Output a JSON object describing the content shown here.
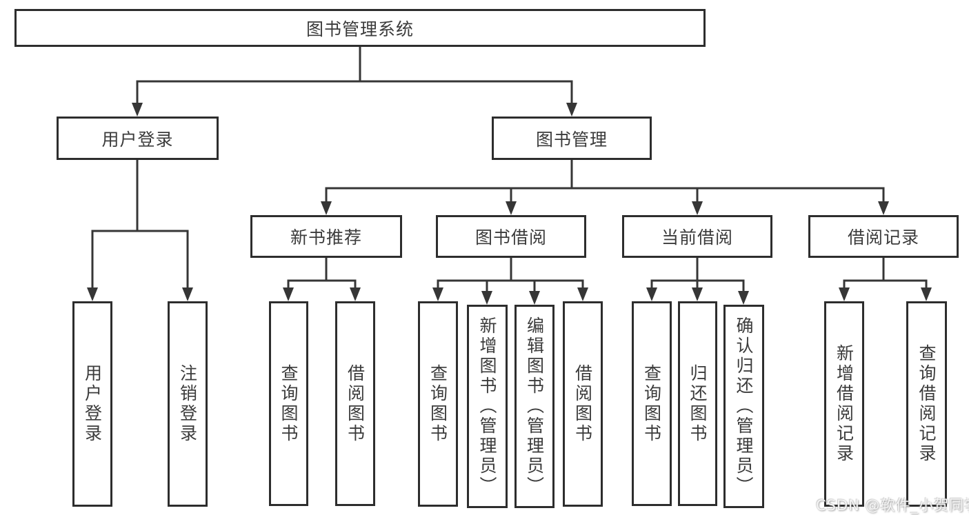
{
  "tree": {
    "root": {
      "label": "图书管理系统"
    },
    "branches": [
      {
        "label": "用户登录",
        "children": [
          {
            "label": "用户登录"
          },
          {
            "label": "注销登录"
          }
        ]
      },
      {
        "label": "图书管理",
        "children": [
          {
            "label": "新书推荐",
            "children": [
              {
                "label": "查询图书"
              },
              {
                "label": "借阅图书"
              }
            ]
          },
          {
            "label": "图书借阅",
            "children": [
              {
                "label": "查询图书"
              },
              {
                "label": "新增图书（管理员）"
              },
              {
                "label": "编辑图书（管理员）"
              },
              {
                "label": "借阅图书"
              }
            ]
          },
          {
            "label": "当前借阅",
            "children": [
              {
                "label": "查询图书"
              },
              {
                "label": "归还图书"
              },
              {
                "label": "确认归还（管理员）"
              }
            ]
          },
          {
            "label": "借阅记录",
            "children": [
              {
                "label": "新增借阅记录"
              },
              {
                "label": "查询借阅记录"
              }
            ]
          }
        ]
      }
    ]
  },
  "watermark": {
    "text": "CSDN @软件_小贺同学"
  },
  "colors": {
    "line": "#363636",
    "box_border": "#2d2d2d",
    "box_background": "#ffffff",
    "text": "#3b3b3b",
    "page_background": "#ffffff",
    "watermark_text": "#f5f5f5"
  }
}
